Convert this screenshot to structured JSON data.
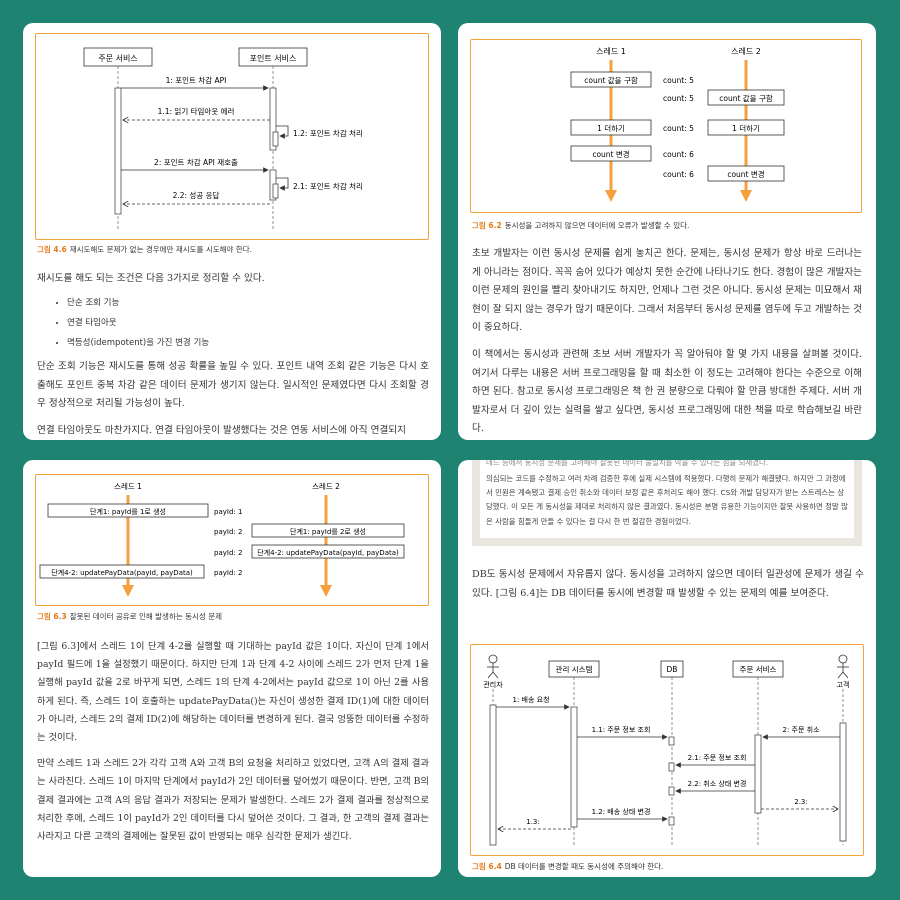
{
  "fig46": {
    "actors": [
      "주문 서비스",
      "포인트 서비스"
    ],
    "messages": [
      "1: 포인트 차감 API",
      "1.1: 읽기 타임아웃 에러",
      "1.2: 포인트 차감 처리",
      "2: 포인트 차감 API 재호출",
      "2.1: 포인트 차감 처리",
      "2.2: 성공 응답"
    ],
    "caption_num": "그림 4.6",
    "caption_text": "재시도해도 문제가 없는 경우에만 재시도를 시도해야 한다."
  },
  "card1": {
    "intro": "재시도를 해도 되는 조건은 다음 3가지로 정리할 수 있다.",
    "bullets": [
      "단순 조회 기능",
      "연결 타임아웃",
      "멱등성(idempotent)을 가진 변경 기능"
    ],
    "para1": "단순 조회 기능은 재시도를 통해 성공 확률을 높일 수 있다. 포인트 내역 조회 같은 기능은 다시 호출해도 포인트 중복 차감 같은 데이터 문제가 생기지 않는다. 일시적인 문제였다면 다시 조회할 경우 정상적으로 처리될 가능성이 높다.",
    "para2": "연결 타임아웃도 마찬가지다. 연결 타임아웃이 발생했다는 것은 연동 서비스에 아직 연결되지"
  },
  "fig62": {
    "threads": [
      "스레드 1",
      "스레드 2"
    ],
    "t1_boxes": [
      "count 값을 구함",
      "1 더하기",
      "count 변경"
    ],
    "t2_boxes": [
      "count 값을 구함",
      "1 더하기",
      "count 변경"
    ],
    "counts": [
      "count: 5",
      "count: 5",
      "count: 5",
      "count: 6",
      "count: 6"
    ],
    "caption_num": "그림 6.2",
    "caption_text": "동시성을 고려하지 않으면 데이터에 오류가 발생할 수 있다."
  },
  "card2": {
    "para1": "초보 개발자는 이런 동시성 문제를 쉽게 놓치곤 한다. 문제는, 동시성 문제가 항상 바로 드러나는 게 아니라는 점이다. 꼭꼭 숨어 있다가 예상치 못한 순간에 나타나기도 한다. 경험이 많은 개발자는 이런 문제의 원인을 빨리 찾아내기도 하지만, 언제나 그런 것은 아니다. 동시성 문제는 미묘해서 재현이 잘 되지 않는 경우가 많기 때문이다. 그래서 처음부터 동시성 문제를 염두에 두고 개발하는 것이 중요하다.",
    "para2": "이 책에서는 동시성과 관련해 초보 서버 개발자가 꼭 알아둬야 할 몇 가지 내용을 살펴볼 것이다. 여기서 다루는 내용은 서버 프로그래밍을 할 때 최소한 이 정도는 고려해야 한다는 수준으로 이해하면 된다. 참고로 동시성 프로그래밍은 책 한 권 분량으로 다뤄야 할 만큼 방대한 주제다. 서버 개발자로서 더 깊이 있는 실력을 쌓고 싶다면, 동시성 프로그래밍에 대한 책을 따로 학습해보길 바란다."
  },
  "fig63": {
    "threads": [
      "스레드 1",
      "스레드 2"
    ],
    "t1_boxes": [
      "단계1: payId를 1로 생성",
      "단계4-2: updatePayData(payId, payData)"
    ],
    "t2_boxes": [
      "단계1: payId를 2로 생성",
      "단계4-2: updatePayData(payId, payData)"
    ],
    "payids": [
      "payId: 1",
      "payId: 2",
      "payId: 2",
      "payId: 2"
    ],
    "caption_num": "그림 6.3",
    "caption_text": "잘못된 데이터 공유로 인해 발생하는 동시성 문제"
  },
  "card3": {
    "para1": "[그림 6.3]에서 스레드 1이 단계 4-2를 실행할 때 기대하는 payId 값은 1이다. 자신이 단계 1에서 payId 필드에 1을 설정했기 때문이다. 하지만 단계 1과 단계 4-2 사이에 스레드 2가 먼저 단계 1을 실행해 payId 값을 2로 바꾸게 되면, 스레드 1의 단계 4-2에서는 payId 값으로 1이 아닌 2를 사용하게 된다. 즉, 스레드 1이 호출하는 updatePayData()는 자신이 생성한 결제 ID(1)에 대한 데이터가 아니라, 스레드 2의 결제 ID(2)에 해당하는 데이터를 변경하게 된다. 결국 엉뚱한 데이터를 수정하는 것이다.",
    "para2": "만약 스레드 1과 스레드 2가 각각 고객 A와 고객 B의 요청을 처리하고 있었다면, 고객 A의 결제 결과는 사라진다. 스레드 1이 마지막 단계에서 payId가 2인 데이터를 덮어썼기 때문이다. 반면, 고객 B의 결제 결과에는 고객 A의 응답 결과가 저장되는 문제가 발생한다. 스레드 2가 결제 결과를 정상적으로 처리한 후에, 스레드 1이 payId가 2인 데이터를 다시 덮어쓴 것이다. 그 결과, 한 고객의 결제 결과는 사라지고 다른 고객의 결제에는 잘못된 값이 반영되는 매우 심각한 문제가 생긴다."
  },
  "card4": {
    "box_top": "데드 등에서 동시성 문제를 고려해야 잘못된 데이터 불일치를 막을 수 있다는 점을 되새겼다.",
    "box_text": "의심되는 코드를 수정하고 여러 차례 검증한 후에 실제 시스템에 적용했다. 다행히 문제가 해결됐다. 하지만 그 과정에서 민원은 계속됐고 결제 승인 취소와 데이터 보정 같은 후처리도 해야 했다. CS와 개발 담당자가 받는 스트레스는 상당했다. 이 모든 게 동시성을 제대로 처리하지 않은 결과였다. 동시성은 분명 유용한 기능이지만 잘못 사용하면 정말 많은 사람을 힘들게 만들 수 있다는 걸 다시 한 번 절감한 경험이었다.",
    "para1": "DB도 동시성 문제에서 자유롭지 않다. 동시성을 고려하지 않으면 데이터 일관성에 문제가 생길 수 있다. [그림 6.4]는 DB 데이터를 동시에 변경할 때 발생할 수 있는 문제의 예를 보여준다."
  },
  "fig64": {
    "actors": [
      "관리자",
      "관리 시스템",
      "DB",
      "주문 서비스",
      "고객"
    ],
    "messages": [
      "1: 배송 요청",
      "1.1: 주문 정보 조회",
      "2: 주문 취소",
      "2.1: 주문 정보 조회",
      "2.2: 취소 상태 변경",
      "2.3:",
      "1.2: 배송 상태 변경",
      "1.3:"
    ],
    "caption_num": "그림 6.4",
    "caption_text": "DB 데이터를 변경할 때도 동시성에 주의해야 한다."
  }
}
